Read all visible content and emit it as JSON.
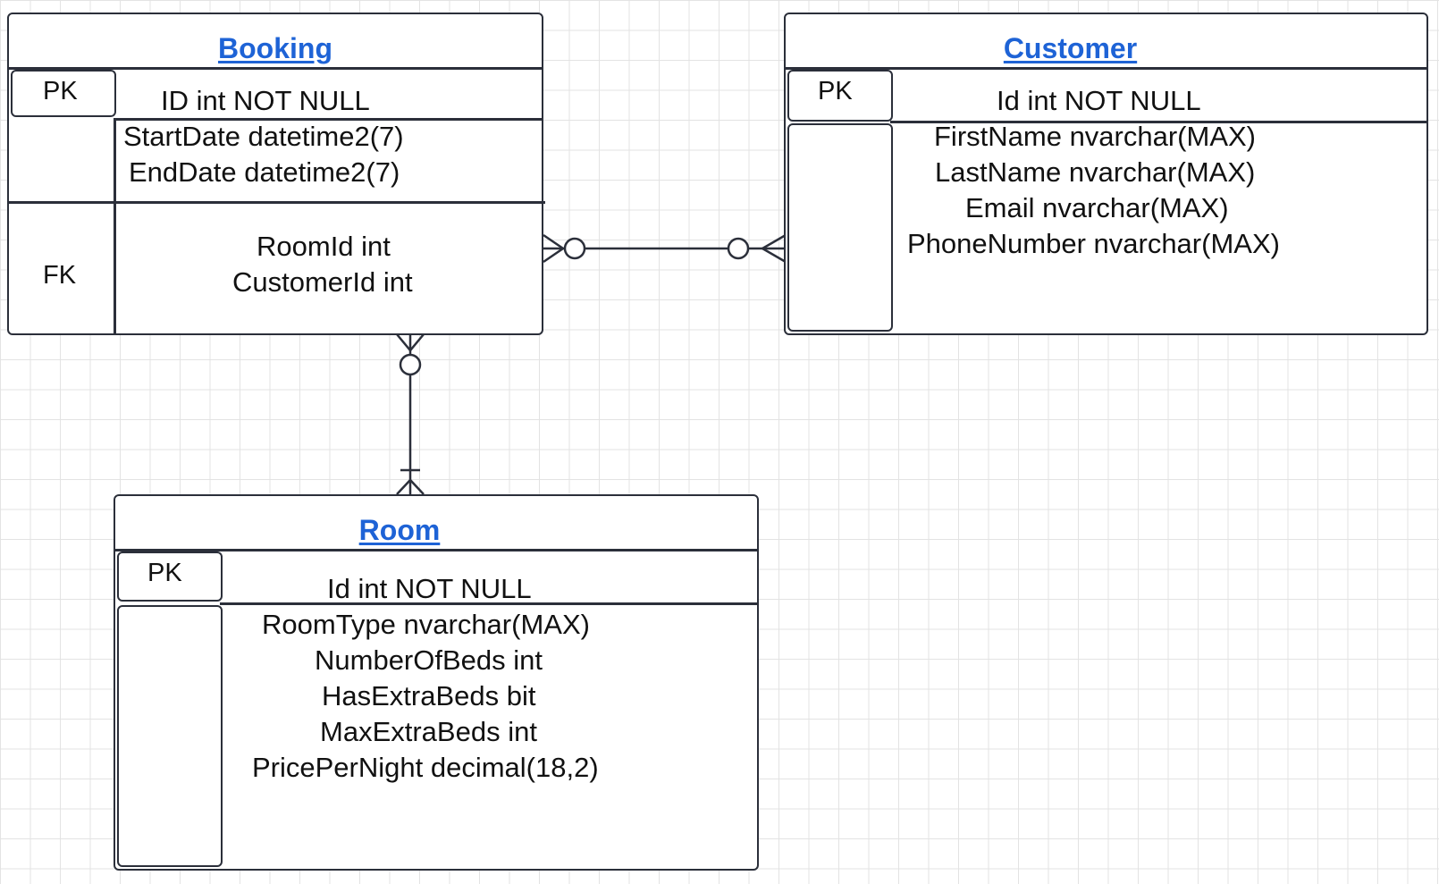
{
  "entities": {
    "booking": {
      "title": "Booking",
      "pk_label": "PK",
      "pk_field": "ID int NOT NULL",
      "fields": [
        "StartDate datetime2(7)",
        "EndDate datetime2(7)"
      ],
      "fk_label": "FK",
      "fk_fields": [
        "RoomId int",
        "CustomerId int"
      ]
    },
    "customer": {
      "title": "Customer",
      "pk_label": "PK",
      "pk_field": "Id int NOT NULL",
      "fields": [
        "FirstName nvarchar(MAX)",
        "LastName nvarchar(MAX)",
        "Email nvarchar(MAX)",
        "PhoneNumber nvarchar(MAX)"
      ]
    },
    "room": {
      "title": "Room",
      "pk_label": "PK",
      "pk_field": "Id int NOT NULL",
      "fields": [
        "RoomType nvarchar(MAX)",
        "NumberOfBeds int",
        "HasExtraBeds bit",
        "MaxExtraBeds int",
        "PricePerNight decimal(18,2)"
      ]
    }
  },
  "relationships": [
    {
      "from": "Booking",
      "to": "Customer",
      "from_end": "zero-or-many",
      "to_end": "zero-or-many"
    },
    {
      "from": "Booking",
      "to": "Room",
      "from_end": "zero-or-many",
      "to_end": "one-or-many"
    }
  ],
  "colors": {
    "stroke": "#2b2f3a",
    "title": "#1e63d6",
    "grid": "#e3e3e3"
  }
}
